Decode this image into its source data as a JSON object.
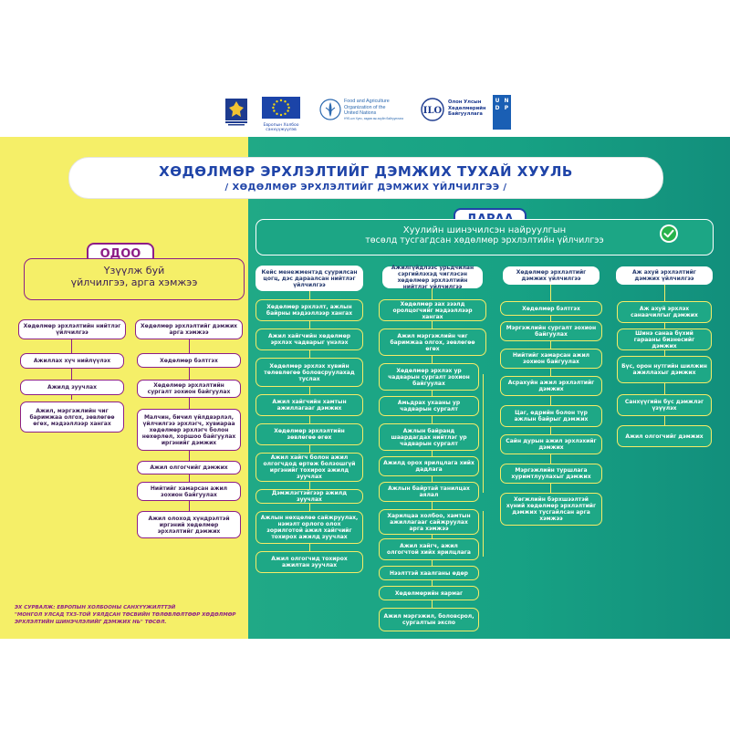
{
  "logos": {
    "mongolia_label": "",
    "eu_label": "Европын Холбоо санхүүжүүлэв",
    "fao_line1": "Food and Agriculture",
    "fao_line2": "Organization of the",
    "fao_line3": "United Nations",
    "fao_sub": "НҮБ-ын Хүнс, хөдөө аж ахуйн байгууллага",
    "ilo_line1": "Олон Улсын",
    "ilo_line2": "Хөдөлмөрийн",
    "ilo_line3": "Байгууллага",
    "undp_label": "U N D P"
  },
  "title": {
    "main": "ХӨДӨЛМӨР ЭРХЛЭЛТИЙГ ДЭМЖИХ ТУХАЙ ХУУЛЬ",
    "sub": "/ ХӨДӨЛМӨР ЭРХЛЭЛТИЙГ ДЭМЖИХ ҮЙЛЧИЛГЭЭ /"
  },
  "now": {
    "tag": "ОДОО",
    "heading_line1": "Үзүүлж буй",
    "heading_line2": "үйлчилгээ, арга хэмжээ",
    "col1_head": "Хөдөлмөр эрхлэлтийн нийтлэг үйлчилгээ",
    "col1_items": [
      "Ажиллах хүч нийлүүлэх",
      "Ажилд зуучлах",
      "Ажил, мэргэжлийн чиг баримжаа олгох, зөвлөгөө өгөх, мэдээллээр хангах"
    ],
    "col2_head": "Хөдөлмөр эрхлэлтийг дэмжих арга хэмжээ",
    "col2_items": [
      "Хөдөлмөр бэлтгэх",
      "Хөдөлмөр эрхлэлтийн сургалт зохион байгуулах",
      "Малчин, бичил үйлдвэрлэл, үйлчилгээ эрхлэгч, хувиараа хөдөлмөр эрхлэгч болон нөхөрлөл, хоршоо байгуулах иргэнийг дэмжих",
      "Ажил олгогчийг дэмжих",
      "Нийтийг хамарсан ажил зохион байгуулах",
      "Ажил олоход хүндрэлтэй иргэний хөдөлмөр эрхлэлтийг дэмжих"
    ]
  },
  "after": {
    "tag": "ДАРАА",
    "heading_line1": "Хуулийн шинэчилсэн найруулгын",
    "heading_line2": "төсөлд тусгагдсан хөдөлмөр эрхлэлтийн үйлчилгээ",
    "check_icon": "check-circle-icon",
    "col1_head": "Кейс менежментэд суурилсан цогц, дэс дараалсан нийтлэг үйлчилгээ",
    "col1_items": [
      "Хөдөлмөр эрхлэлт, ажлын байрны мэдээллээр хангах",
      "Ажил хайгчийн хөдөлмөр эрхлэх чадварыг үнэлэх",
      "Хөдөлмөр эрхлэх хувийн төлөвлөгөө боловсруулахад туслах",
      "Ажил хайгчийн хамтын ажиллагааг дэмжих",
      "Хөдөлмөр эрхлэлтийн зөвлөгөө өгөх",
      "Ажил хайгч болон ажил олгогчдод өртөж болзошгүй иргэнийг тохирох ажилд зуучлах",
      "Дэмжлэгтэйгээр ажилд зуучлах",
      "Ажлын нөхцөлөө сайжруулах, нэмэлт орлого олох зорилготой ажил хайгчийг тохирох ажилд зуучлах",
      "Ажил олгогчид тохирох ажилтан зуучлах"
    ],
    "col2_head": "Ажилгүйдлээс урьдчилан сэргийлэхэд чиглэсэн хөдөлмөр эрхлэлтийн нийтлэг үйлчилгээ",
    "col2_items": [
      "Хөдөлмөр зах зээлд оролцогчийг мэдээллээр хангах",
      "Ажил мэргэжлийн чиг баримжаа олгох, зөвлөгөө өгөх",
      "Хөдөлмөр эрхлэх ур чадварын сургалт зохион байгуулах",
      "Амьдрах ухааны ур чадварын сургалт",
      "Ажлын байранд шаардагдах нийтлэг ур чадварын сургалт",
      "Ажилд орох ярилцлага хийх дадлага",
      "Ажлын байртай танилцах аялал",
      "Харилцаа холбоо, хамтын ажиллагааг сайжруулах арга хэмжээ",
      "Ажил хайгч, ажил олгогчтой хийх ярилцлага",
      "Нээлттэй хаалганы өдөр",
      "Хөдөлмөрийн яармаг",
      "Ажил мэргэжил, боловсрол, сургалтын экспо"
    ],
    "col3_head": "Хөдөлмөр эрхлэлтийг дэмжих үйлчилгээ",
    "col3_items": [
      "Хөдөлмөр бэлтгэх",
      "Мэргэжлийн сургалт зохион байгуулах",
      "Нийтийг хамарсан ажил зохион байгуулах",
      "Асрахуйн ажил эрхлэлтийг дэмжих",
      "Цаг, өдрийн болон түр ажлын байрыг дэмжих",
      "Сайн дурын ажил эрхлэхийг дэмжих",
      "Мэргэжлийн туршлага хуримтлуулахыг дэмжих",
      "Хөгжлийн бэрхшээлтэй хүний хөдөлмөр эрхлэлтийг дэмжих тусгайлсан арга хэмжээ"
    ],
    "col4_head": "Аж ахуй эрхлэлтийг дэмжих үйлчилгээ",
    "col4_items": [
      "Аж ахуй эрхлэх санаачилгыг дэмжих",
      "Шинэ санаа бүхий гарааны бизнесийг дэмжих",
      "Бүс, орон нутгийн шилжин ажиллахыг дэмжих",
      "Санхүүгийн бус дэмжлэг үзүүлэх",
      "Ажил олгогчийг дэмжих"
    ]
  },
  "footnote": {
    "line1": "ЭХ СУРВАЛЖ: ЕВРОПЫН ХОЛБООНЫ САНХҮҮЖИЛТТЭЙ",
    "line2": "\"МОНГОЛ УЛСАД ТХЗ-ТОЙ УЯЛДСАН ТӨСВИЙН ТӨЛӨВЛӨЛТӨӨР ХӨДӨЛМӨР",
    "line3": "ЭРХЛЭЛТИЙН ШИНЭЧЛЭЛИЙГ ДЭМЖИХ НЬ\" ТӨСӨЛ."
  },
  "colors": {
    "yellow_bg": "#f5ef68",
    "green_bg": "#1ca685",
    "purple": "#8d1e87",
    "blue_title": "#1f44a8"
  }
}
